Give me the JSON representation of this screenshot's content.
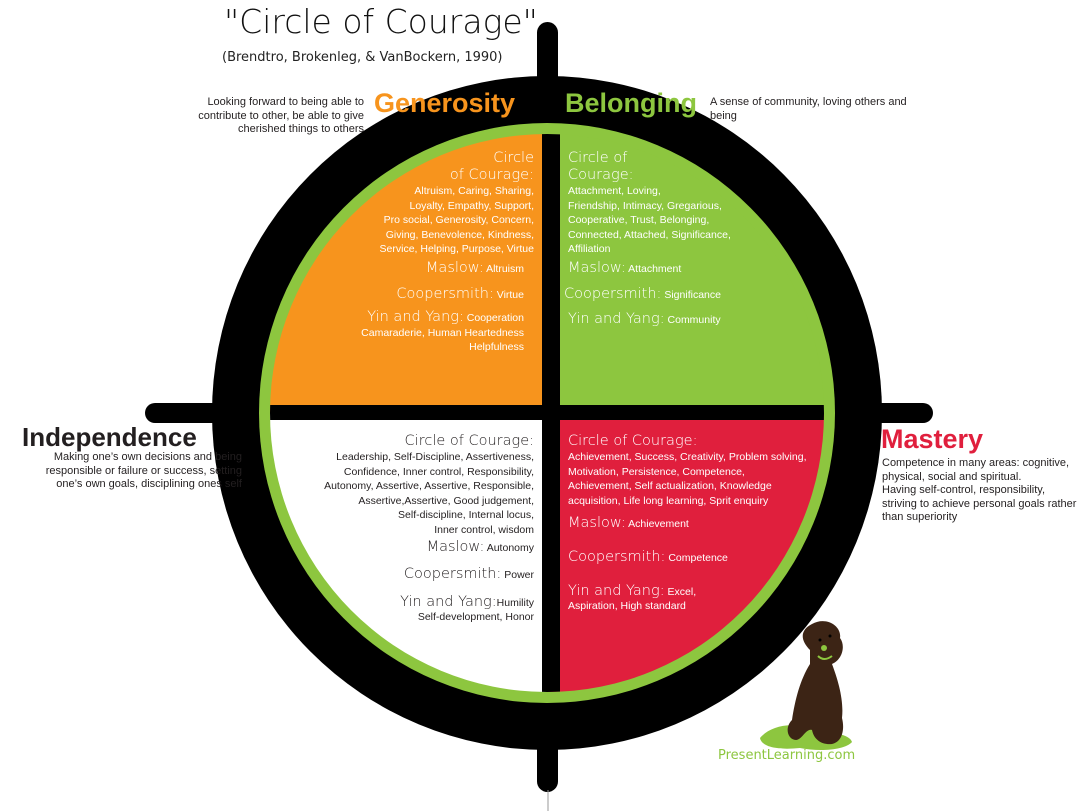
{
  "header": {
    "title": "\"Circle of Courage\"",
    "citation": "(Brendtro, Brokenleg, & VanBockern, 1990)"
  },
  "colors": {
    "generosity": "#f7941d",
    "belonging": "#8dc63f",
    "mastery": "#e01f3d",
    "independence_fill": "#ffffff",
    "ring": "#8dc63f",
    "outline": "#000000",
    "text_dark": "#231f20"
  },
  "quadrants": {
    "generosity": {
      "heading": "Generosity",
      "description": [
        "Looking forward to being able to",
        "contribute to other, be able to give",
        "cherished things to others"
      ],
      "coc_label_lines": [
        "Circle",
        "of Courage:"
      ],
      "coc_values": [
        "Altruism, Caring, Sharing,",
        "Loyalty, Empathy, Support,",
        "Pro social, Generosity, Concern,",
        "Giving, Benevolence,  Kindness,",
        "Service, Helping, Purpose, Virtue"
      ],
      "maslow_label": "Maslow:",
      "maslow_value": "Altruism",
      "coopersmith_label": "Coopersmith:",
      "coopersmith_value": "Virtue",
      "yinyang_label": "Yin and Yang:",
      "yinyang_values": [
        "Cooperation",
        "Camaraderie, Human Heartedness",
        "Helpfulness"
      ]
    },
    "belonging": {
      "heading": "Belonging",
      "description": [
        "A sense of community, loving others and",
        "being"
      ],
      "coc_label_lines": [
        "Circle of",
        "Courage:"
      ],
      "coc_values": [
        "Attachment, Loving,",
        "Friendship, Intimacy, Gregarious,",
        "Cooperative, Trust, Belonging,",
        "Connected, Attached, Significance,",
        "Affiliation"
      ],
      "maslow_label": "Maslow:",
      "maslow_value": "Attachment",
      "coopersmith_label": "Coopersmith:",
      "coopersmith_value": "Significance",
      "yinyang_label": "Yin and Yang:",
      "yinyang_values": [
        "Community"
      ]
    },
    "independence": {
      "heading": "Independence",
      "description": [
        "Making one’s own decisions and being",
        "responsible or failure or success, setting",
        "one’s own goals, disciplining ones self"
      ],
      "coc_label_lines": [
        "Circle of Courage:"
      ],
      "coc_values": [
        "Leadership, Self-Discipline, Assertiveness,",
        "Confidence, Inner control, Responsibility,",
        "Autonomy, Assertive, Assertive, Responsible,",
        "Assertive,Assertive, Good judgement,",
        "Self-discipline, Internal locus,",
        "Inner control, wisdom"
      ],
      "maslow_label": "Maslow:",
      "maslow_value": "Autonomy",
      "coopersmith_label": "Coopersmith:",
      "coopersmith_value": "Power",
      "yinyang_label": "Yin and Yang:",
      "yinyang_values": [
        "Humility",
        "Self-development, Honor"
      ]
    },
    "mastery": {
      "heading": "Mastery",
      "description": [
        "Competence in many areas: cognitive,",
        "physical, social and spiritual.",
        "Having self-control, responsibility,",
        "striving to achieve personal goals rather",
        "than superiority"
      ],
      "coc_label_lines": [
        "Circle of Courage:"
      ],
      "coc_values": [
        "Achievement, Success, Creativity, Problem solving,",
        "Motivation, Persistence, Competence,",
        "Achievement, Self actualization, Knowledge",
        "acquisition, Life long learning, Sprit enquiry"
      ],
      "maslow_label": "Maslow:",
      "maslow_value": "Achievement",
      "coopersmith_label": "Coopersmith:",
      "coopersmith_value": "Competence",
      "yinyang_label": "Yin and Yang:",
      "yinyang_values": [
        "Excel,",
        "Aspiration, High standard"
      ]
    }
  },
  "logo": {
    "icon": "puppy-icon",
    "text": "PresentLearning.com"
  }
}
